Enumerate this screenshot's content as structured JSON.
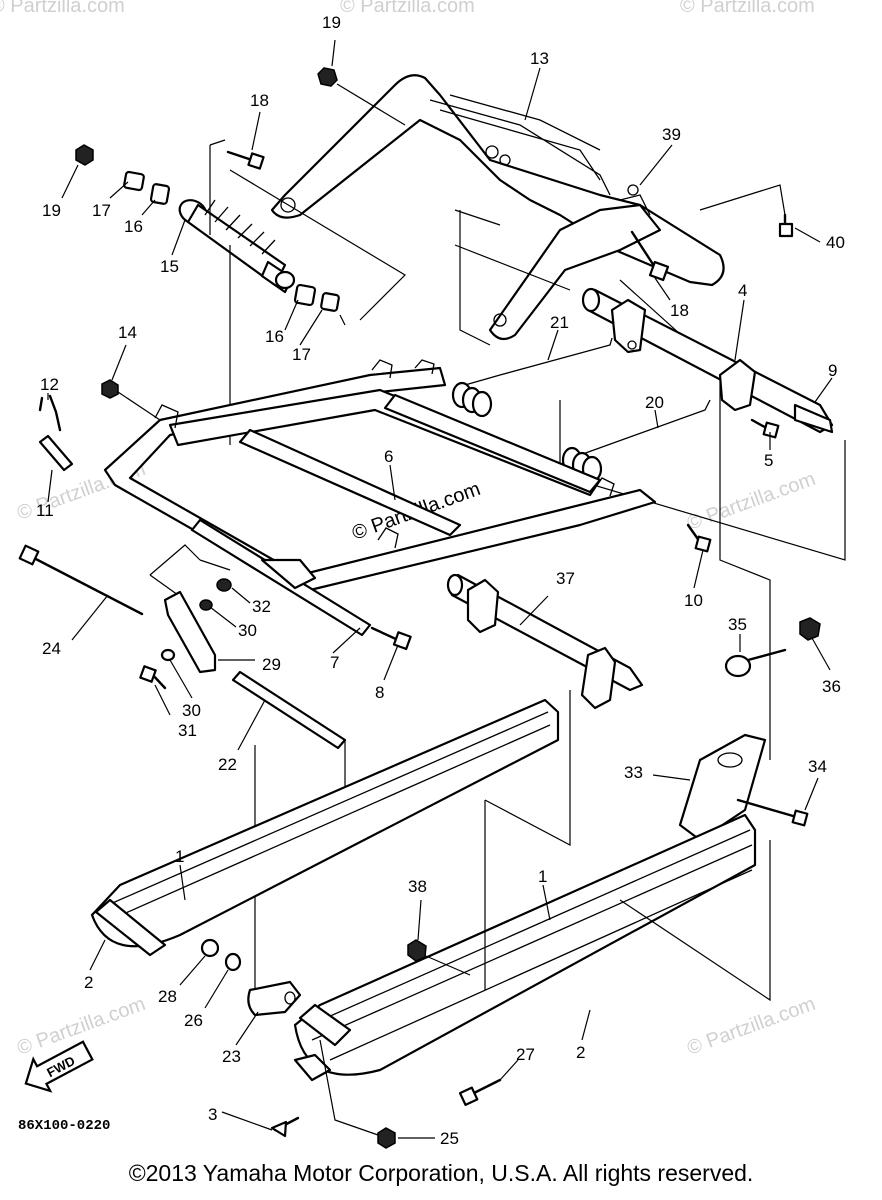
{
  "watermark": "© Partzilla.com",
  "center_watermark": "© Partzilla.com",
  "fwd_label": "FWD",
  "diagram_code": "86X100-0220",
  "copyright": "©2013 Yamaha Motor Corporation, U.S.A. All rights reserved.",
  "callouts": [
    {
      "id": "c19a",
      "label": "19"
    },
    {
      "id": "c13",
      "label": "13"
    },
    {
      "id": "c18a",
      "label": "18"
    },
    {
      "id": "c39",
      "label": "39"
    },
    {
      "id": "c19b",
      "label": "19"
    },
    {
      "id": "c17a",
      "label": "17"
    },
    {
      "id": "c16a",
      "label": "16"
    },
    {
      "id": "c15",
      "label": "15"
    },
    {
      "id": "c40",
      "label": "40"
    },
    {
      "id": "c18b",
      "label": "18"
    },
    {
      "id": "c4",
      "label": "4"
    },
    {
      "id": "c16b",
      "label": "16"
    },
    {
      "id": "c17b",
      "label": "17"
    },
    {
      "id": "c21",
      "label": "21"
    },
    {
      "id": "c14",
      "label": "14"
    },
    {
      "id": "c12",
      "label": "12"
    },
    {
      "id": "c9",
      "label": "9"
    },
    {
      "id": "c20",
      "label": "20"
    },
    {
      "id": "c5",
      "label": "5"
    },
    {
      "id": "c6",
      "label": "6"
    },
    {
      "id": "c11",
      "label": "11"
    },
    {
      "id": "c10",
      "label": "10"
    },
    {
      "id": "c32",
      "label": "32"
    },
    {
      "id": "c37",
      "label": "37"
    },
    {
      "id": "c35",
      "label": "35"
    },
    {
      "id": "c24",
      "label": "24"
    },
    {
      "id": "c30a",
      "label": "30"
    },
    {
      "id": "c7",
      "label": "7"
    },
    {
      "id": "c29",
      "label": "29"
    },
    {
      "id": "c36",
      "label": "36"
    },
    {
      "id": "c8",
      "label": "8"
    },
    {
      "id": "c30b",
      "label": "30"
    },
    {
      "id": "c31",
      "label": "31"
    },
    {
      "id": "c22",
      "label": "22"
    },
    {
      "id": "c33",
      "label": "33"
    },
    {
      "id": "c34",
      "label": "34"
    },
    {
      "id": "c1a",
      "label": "1"
    },
    {
      "id": "c1b",
      "label": "1"
    },
    {
      "id": "c38",
      "label": "38"
    },
    {
      "id": "c2a",
      "label": "2"
    },
    {
      "id": "c28",
      "label": "28"
    },
    {
      "id": "c26",
      "label": "26"
    },
    {
      "id": "c23",
      "label": "23"
    },
    {
      "id": "c27",
      "label": "27"
    },
    {
      "id": "c2b",
      "label": "2"
    },
    {
      "id": "c3",
      "label": "3"
    },
    {
      "id": "c25",
      "label": "25"
    }
  ]
}
